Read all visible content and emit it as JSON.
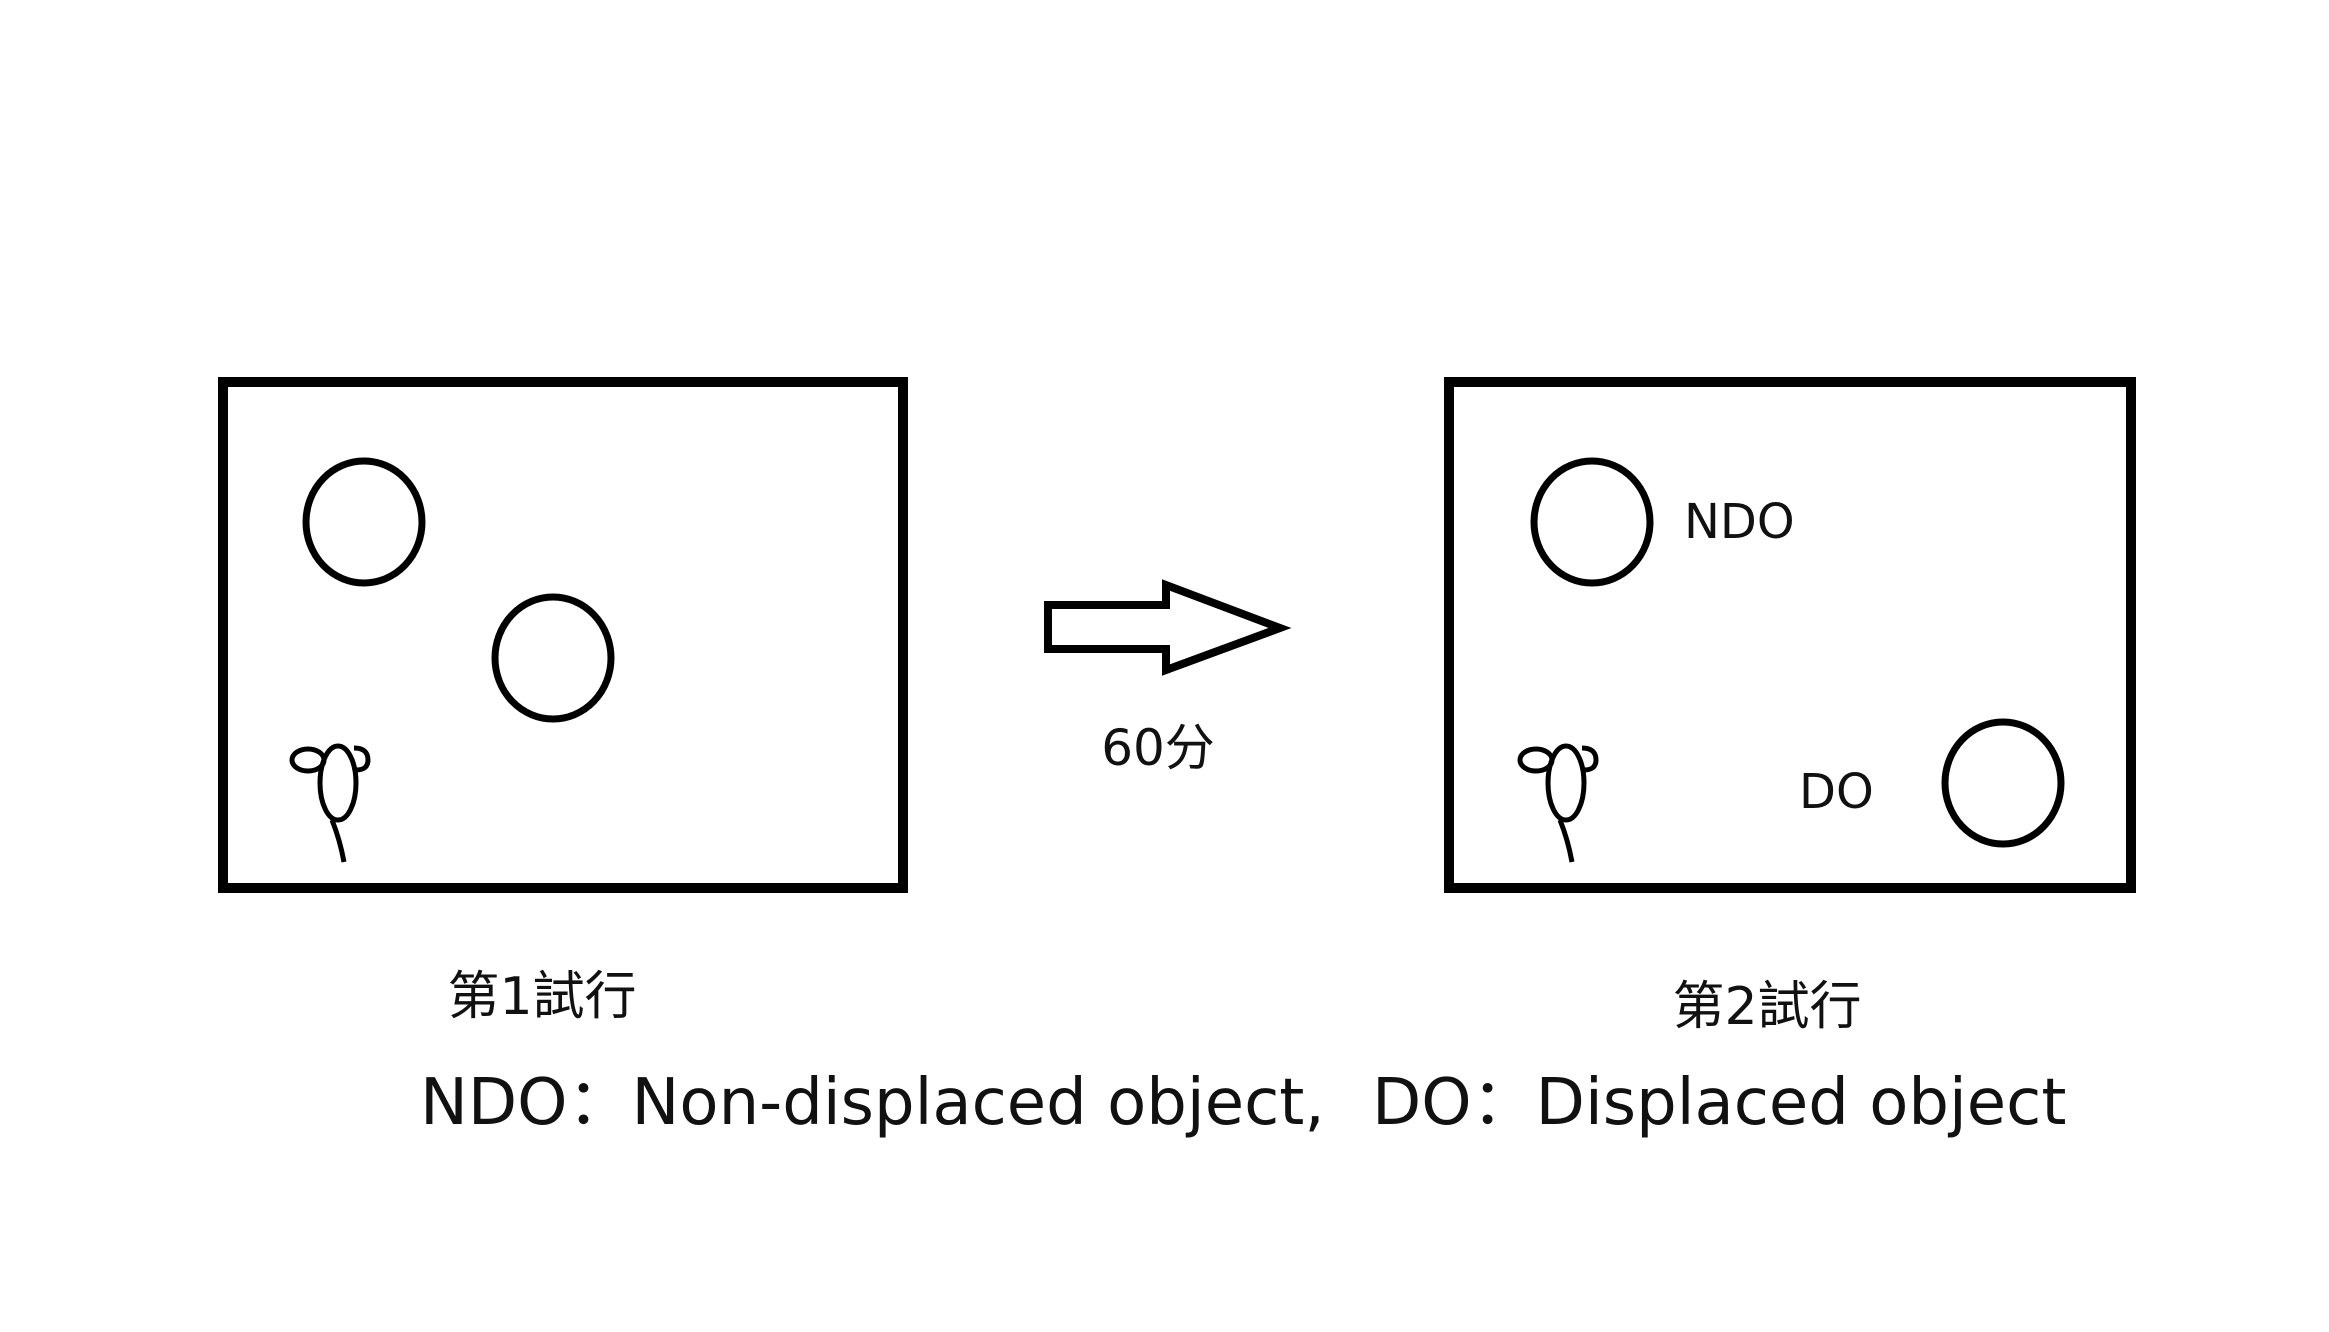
{
  "trial1": {
    "label": "第1試行"
  },
  "trial2": {
    "label": "第2試行",
    "ndo_label": "NDO",
    "do_label": "DO"
  },
  "interval": {
    "label": "60分"
  },
  "caption": {
    "ndo_abbr": "NDO",
    "ndo_text": "Non-displaced object,",
    "do_abbr": "DO",
    "do_text": "Displaced object",
    "separator": "："
  }
}
